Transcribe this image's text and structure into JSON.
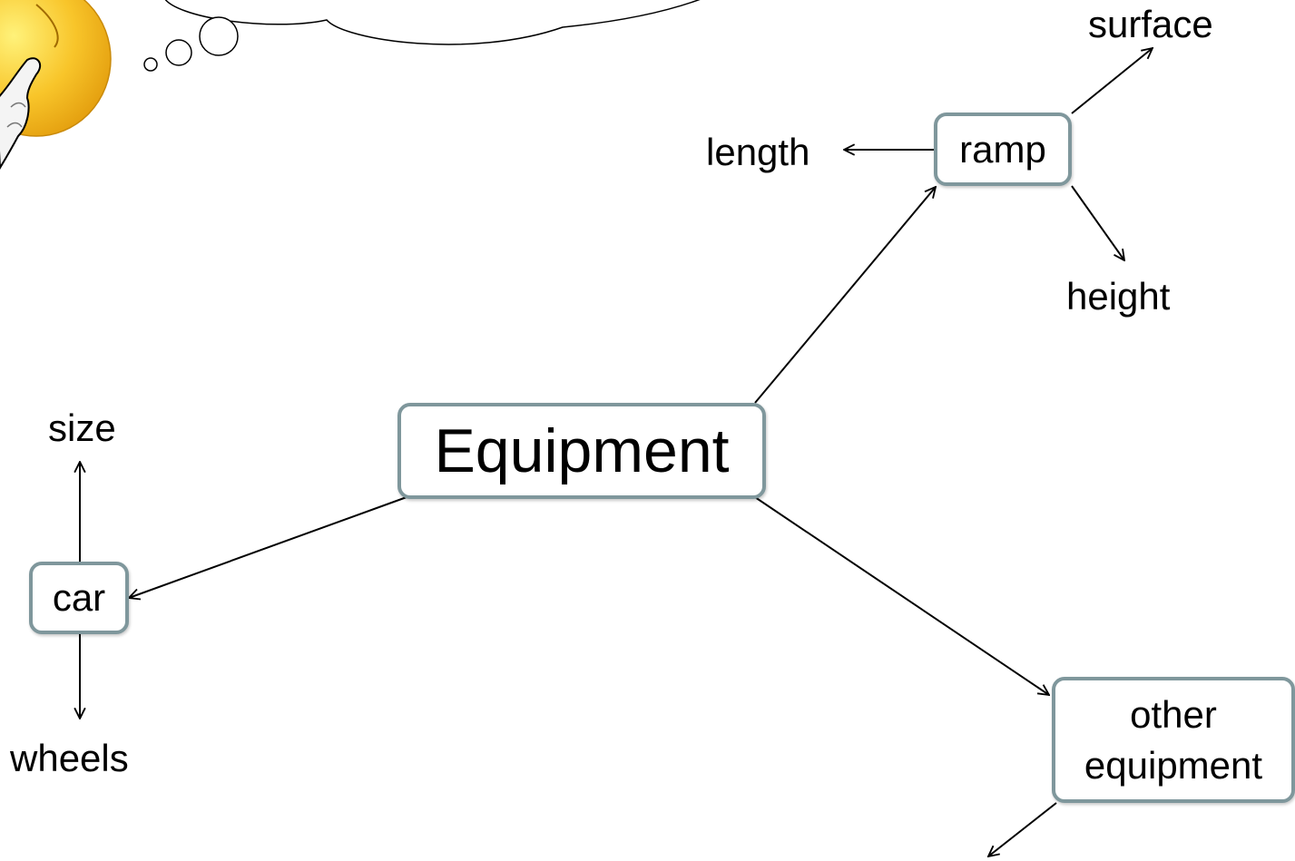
{
  "diagram": {
    "title": "",
    "central_node": "Equipment",
    "nodes": {
      "ramp": "ramp",
      "car": "car",
      "other_line1": "other",
      "other_line2": "equipment"
    },
    "attributes": {
      "surface": "surface",
      "length": "length",
      "height": "height",
      "size": "size",
      "wheels": "wheels"
    },
    "edges": [
      {
        "from": "Equipment",
        "to": "ramp"
      },
      {
        "from": "Equipment",
        "to": "car"
      },
      {
        "from": "Equipment",
        "to": "other equipment"
      },
      {
        "from": "ramp",
        "to": "surface"
      },
      {
        "from": "ramp",
        "to": "length"
      },
      {
        "from": "ramp",
        "to": "height"
      },
      {
        "from": "car",
        "to": "size"
      },
      {
        "from": "car",
        "to": "wheels"
      },
      {
        "from": "other equipment",
        "to": ""
      }
    ],
    "colors": {
      "node_border": "#7f979c",
      "arrow": "#000000",
      "character_face": "#f5b418"
    },
    "decorations": [
      "thinking-character-icon",
      "thought-cloud-icon"
    ]
  }
}
